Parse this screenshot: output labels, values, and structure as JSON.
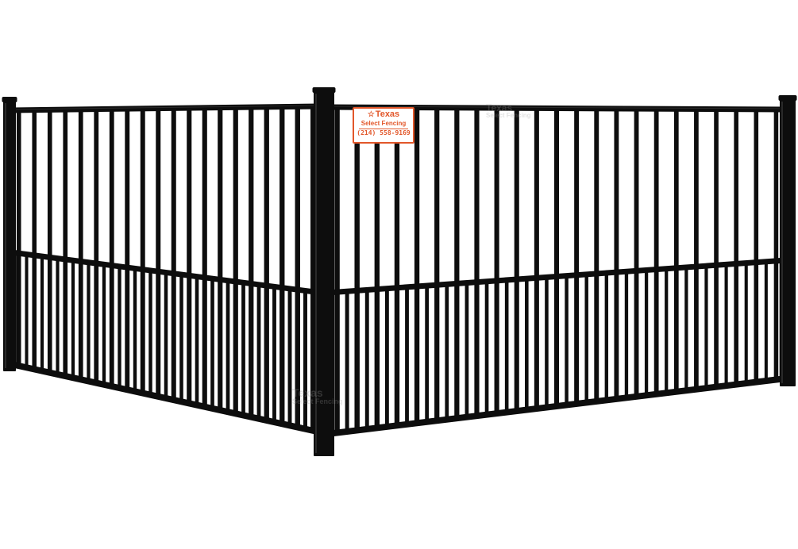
{
  "image": {
    "subject": "black aluminum pool fence corner with puppy pickets",
    "colors": {
      "background": "#ffffff",
      "metal": "#0d0d0d",
      "metal_highlight": "#2a2a2a",
      "sign_accent": "#e2572a"
    }
  },
  "sign": {
    "brand": "Texas",
    "company": "Select Fencing",
    "phone": "(214) 558-9169",
    "icon": "star-icon"
  },
  "watermarks": [
    {
      "line1": "Texas",
      "line2": "Select Fencing"
    },
    {
      "line1": "Texas",
      "line2": "Select Fencing"
    }
  ]
}
